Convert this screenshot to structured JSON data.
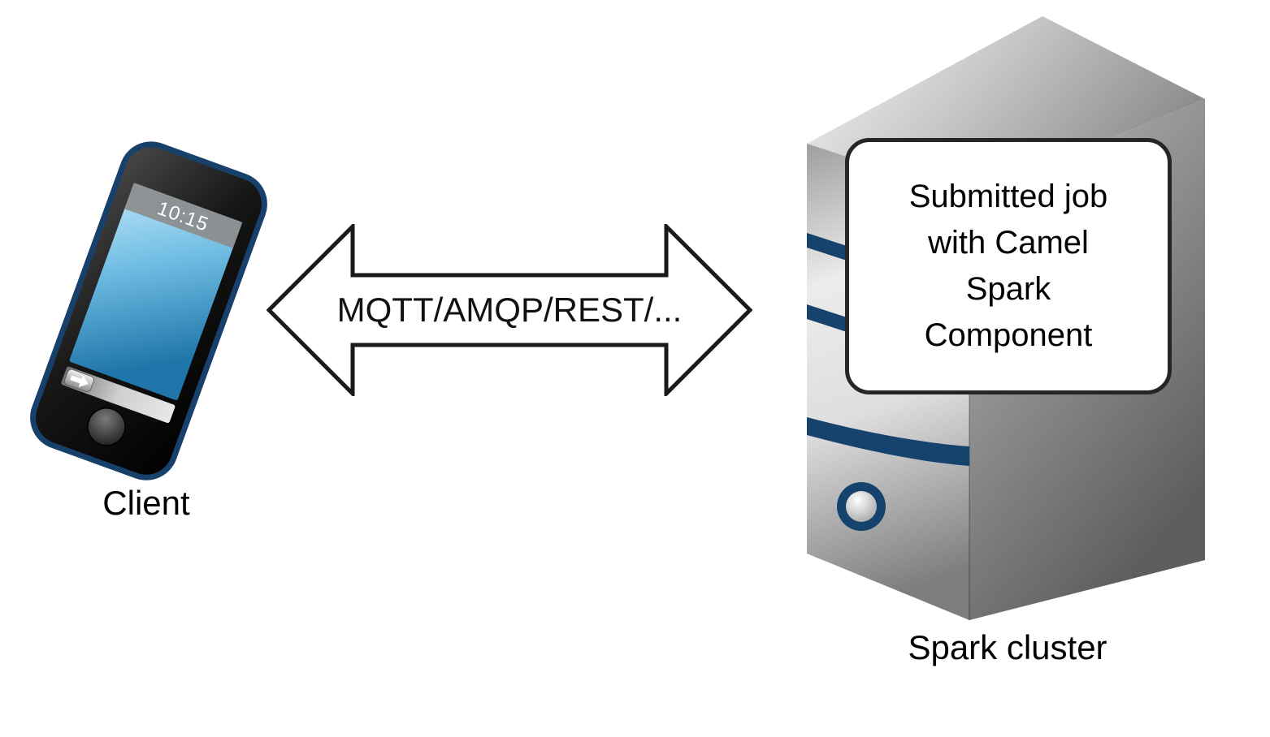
{
  "diagram": {
    "client": {
      "label": "Client",
      "phone_time": "10:15"
    },
    "connection": {
      "label": "MQTT/AMQP/REST/..."
    },
    "server": {
      "label": "Spark cluster",
      "callout": {
        "text": "Submitted job with Camel Spark Component",
        "lines": [
          "Submitted job",
          "with Camel",
          "Spark",
          "Component"
        ]
      }
    },
    "colors": {
      "accent_navy": "#16426e",
      "phone_border_navy": "#17406b",
      "screen_blue": "#2f86b8",
      "outline_black": "#1a1a1a",
      "background": "#ffffff"
    }
  }
}
